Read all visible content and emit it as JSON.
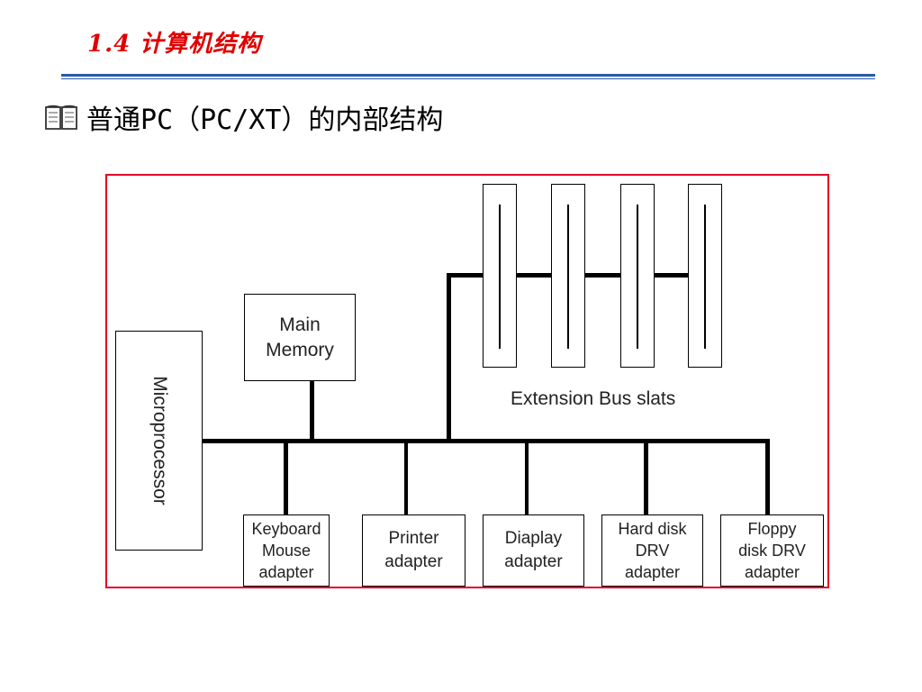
{
  "header": {
    "title": "1.4 计算机结构"
  },
  "bullet": {
    "icon": "book-icon",
    "text": "普通PC（PC/XT）的内部结构"
  },
  "diagram": {
    "microprocessor": "Microprocessor",
    "main_memory": "Main\nMemory",
    "extension_label": "Extension Bus slats",
    "adapters": [
      "Keyboard\nMouse\nadapter",
      "Printer\nadapter",
      "Diaplay\nadapter",
      "Hard disk\nDRV\nadapter",
      "Floppy\ndisk DRV\nadapter"
    ]
  },
  "colors": {
    "title": "#e00000",
    "rule": "#2a5aa8",
    "frame": "#e0002a"
  }
}
